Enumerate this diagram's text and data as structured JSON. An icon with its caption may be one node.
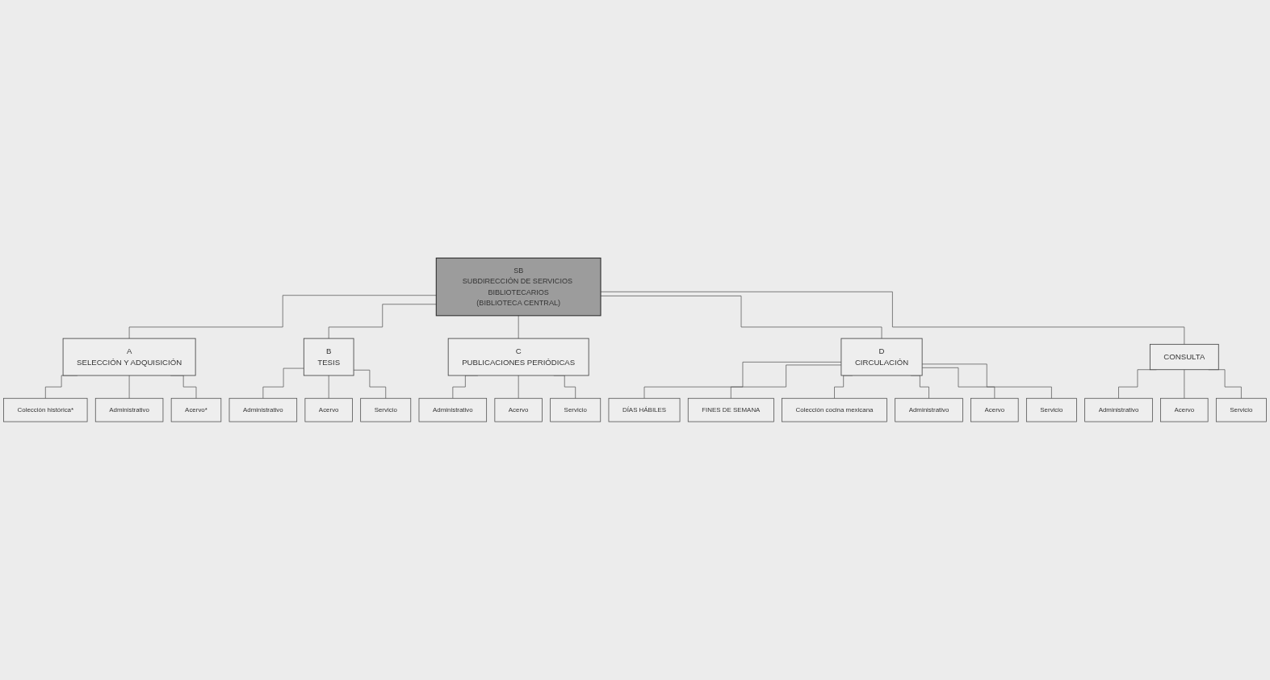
{
  "diagram": {
    "nodes": [
      {
        "text": [
          "SB",
          "SUBDIRECCIÓN DE SERVICIOS BIBLIOTECARIOS",
          "(BIBLIOTECA CENTRAL)"
        ]
      },
      {
        "text": [
          "A",
          "SELECCIÓN Y ADQUISICIÓN"
        ]
      },
      {
        "text": [
          "Colección histórica*"
        ]
      },
      {
        "text": [
          "Administrativo"
        ]
      },
      {
        "text": [
          "Acervo*"
        ]
      },
      {
        "text": [
          "B",
          "TESIS"
        ]
      },
      {
        "text": [
          "Administrativo"
        ]
      },
      {
        "text": [
          "Acervo"
        ]
      },
      {
        "text": [
          "Servicio"
        ]
      },
      {
        "text": [
          "C",
          "PUBLICACIONES PERIÓDICAS"
        ]
      },
      {
        "text": [
          "Administrativo"
        ]
      },
      {
        "text": [
          "Acervo"
        ]
      },
      {
        "text": [
          "Servicio"
        ]
      },
      {
        "text": [
          "D",
          "CIRCULACIÓN"
        ]
      },
      {
        "text": [
          "DÍAS HÁBILES"
        ]
      },
      {
        "text": [
          "FINES DE SEMANA"
        ]
      },
      {
        "text": [
          "Colección cocina mexicana"
        ]
      },
      {
        "text": [
          "Administrativo"
        ]
      },
      {
        "text": [
          "Acervo"
        ]
      },
      {
        "text": [
          "Servicio"
        ]
      },
      {
        "text": [
          "CONSULTA"
        ]
      },
      {
        "text": [
          "Administrativo"
        ]
      },
      {
        "text": [
          "Acervo"
        ]
      },
      {
        "text": [
          "Servicio"
        ]
      }
    ],
    "edges": [
      {
        "from": 0,
        "to": 1,
        "arrow": "none"
      },
      {
        "from": 0,
        "to": 5,
        "arrow": "none"
      },
      {
        "from": 0,
        "to": 9,
        "arrow": "none"
      },
      {
        "from": 0,
        "to": 13,
        "arrow": "none"
      },
      {
        "from": 0,
        "to": 20,
        "arrow": "none"
      },
      {
        "from": 1,
        "to": 2,
        "arrow": "none"
      },
      {
        "from": 1,
        "to": 3,
        "arrow": "none"
      },
      {
        "from": 1,
        "to": 4,
        "arrow": "none"
      },
      {
        "from": 5,
        "to": 6,
        "arrow": "none"
      },
      {
        "from": 5,
        "to": 7,
        "arrow": "none"
      },
      {
        "from": 5,
        "to": 8,
        "arrow": "none"
      },
      {
        "from": 9,
        "to": 10,
        "arrow": "none"
      },
      {
        "from": 9,
        "to": 11,
        "arrow": "none"
      },
      {
        "from": 9,
        "to": 12,
        "arrow": "none"
      },
      {
        "from": 13,
        "to": 14,
        "arrow": "none"
      },
      {
        "from": 13,
        "to": 15,
        "arrow": "none"
      },
      {
        "from": 13,
        "to": 16,
        "arrow": "none"
      },
      {
        "from": 13,
        "to": 17,
        "arrow": "none"
      },
      {
        "from": 13,
        "to": 18,
        "arrow": "none"
      },
      {
        "from": 13,
        "to": 19,
        "arrow": "none"
      },
      {
        "from": 20,
        "to": 21,
        "arrow": "none"
      },
      {
        "from": 20,
        "to": 22,
        "arrow": "none"
      },
      {
        "from": 20,
        "to": 23,
        "arrow": "none"
      }
    ]
  }
}
